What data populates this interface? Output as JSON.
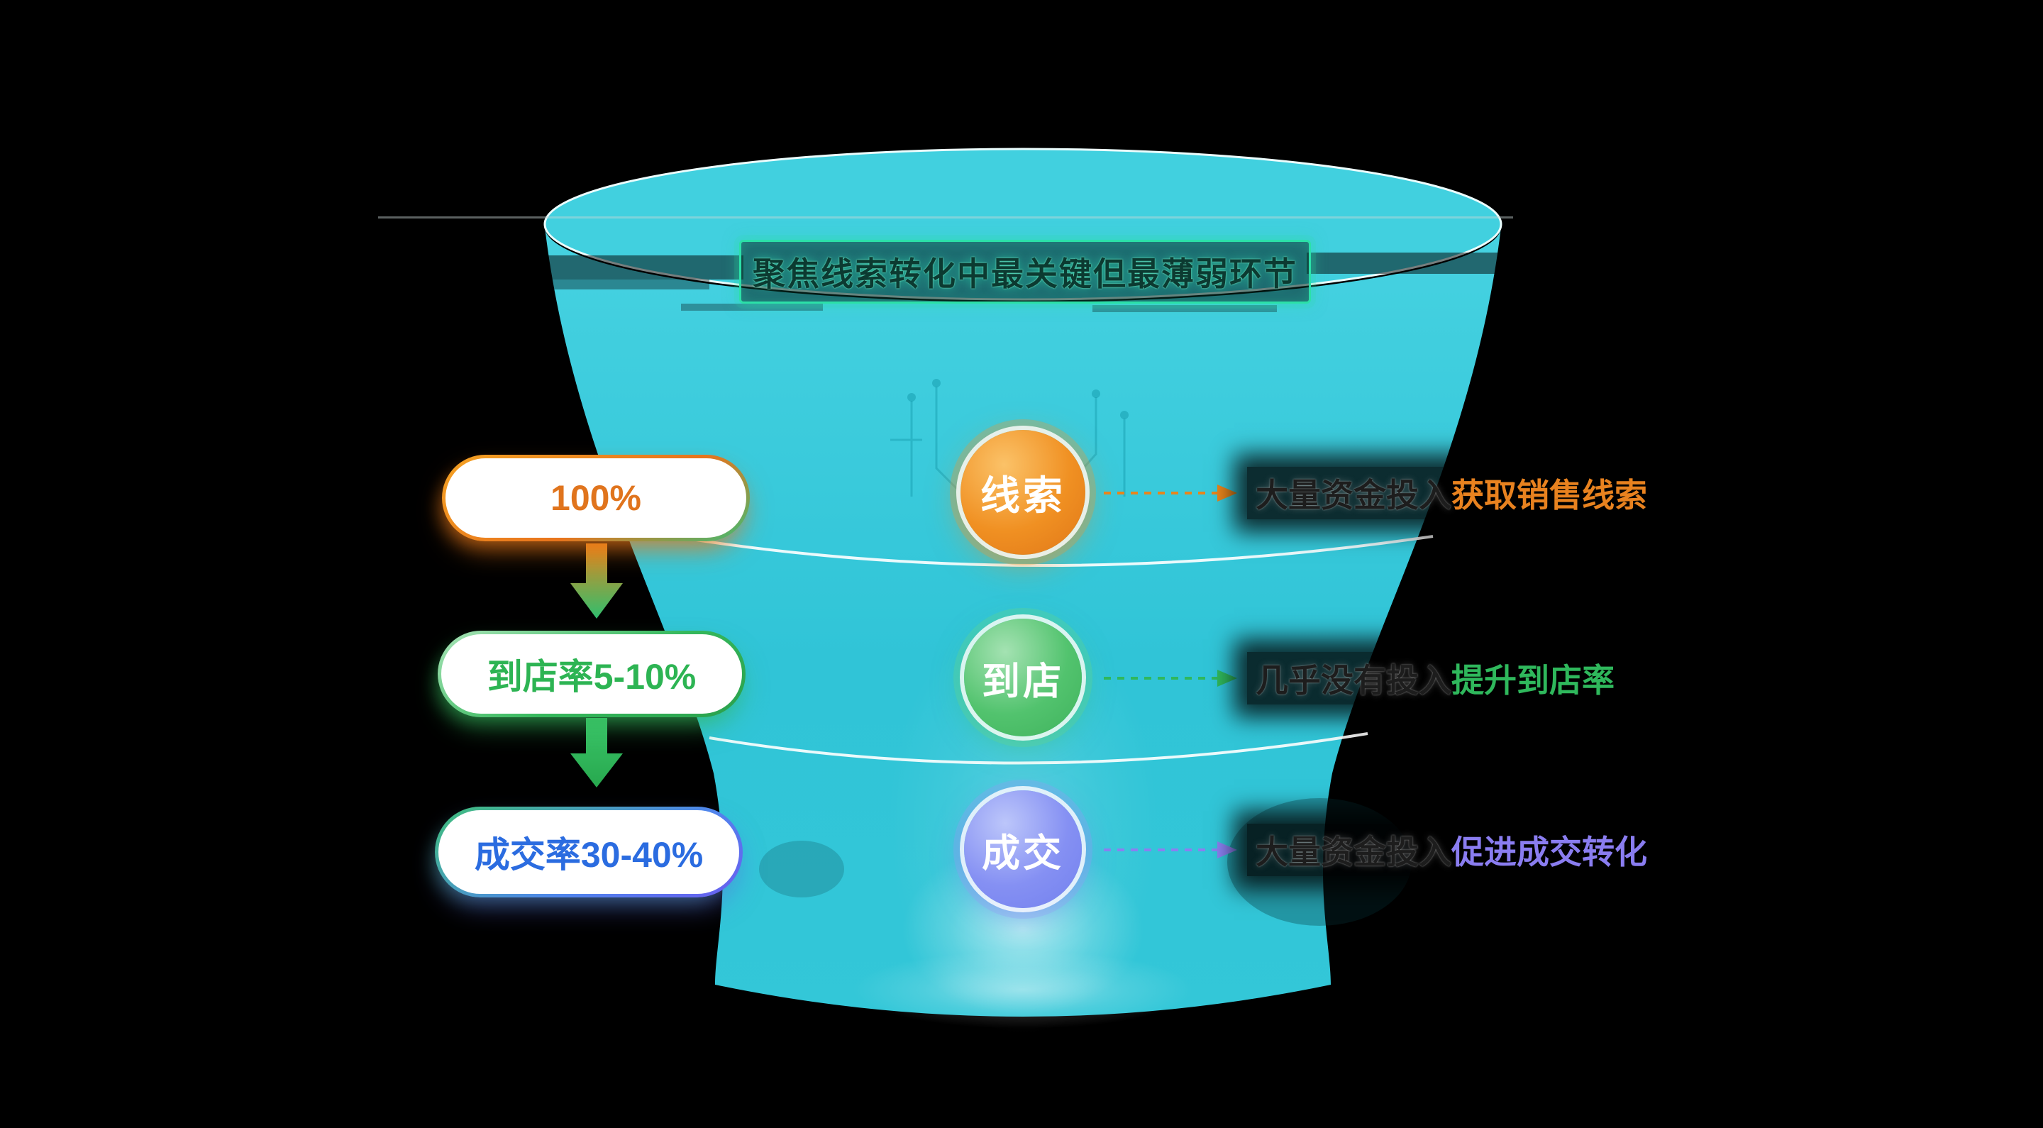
{
  "title": "聚焦线索转化中最关键但最薄弱环节",
  "colors": {
    "funnel": "#31c5d7",
    "leads_accent": "#ef8a1f",
    "visit_accent": "#3fbf63",
    "deal_accent": "#7d87f2",
    "title_border": "#2ce0a8"
  },
  "stages": [
    {
      "name": "线索",
      "rate": "100%",
      "annotation_plain": "大量资金投入",
      "annotation_highlight": "获取销售线索"
    },
    {
      "name": "到店",
      "rate": "到店率5-10%",
      "annotation_plain": "几乎没有投入",
      "annotation_highlight": "提升到店率"
    },
    {
      "name": "成交",
      "rate": "成交率30-40%",
      "annotation_plain": "大量资金投入",
      "annotation_highlight": "促进成交转化"
    }
  ]
}
